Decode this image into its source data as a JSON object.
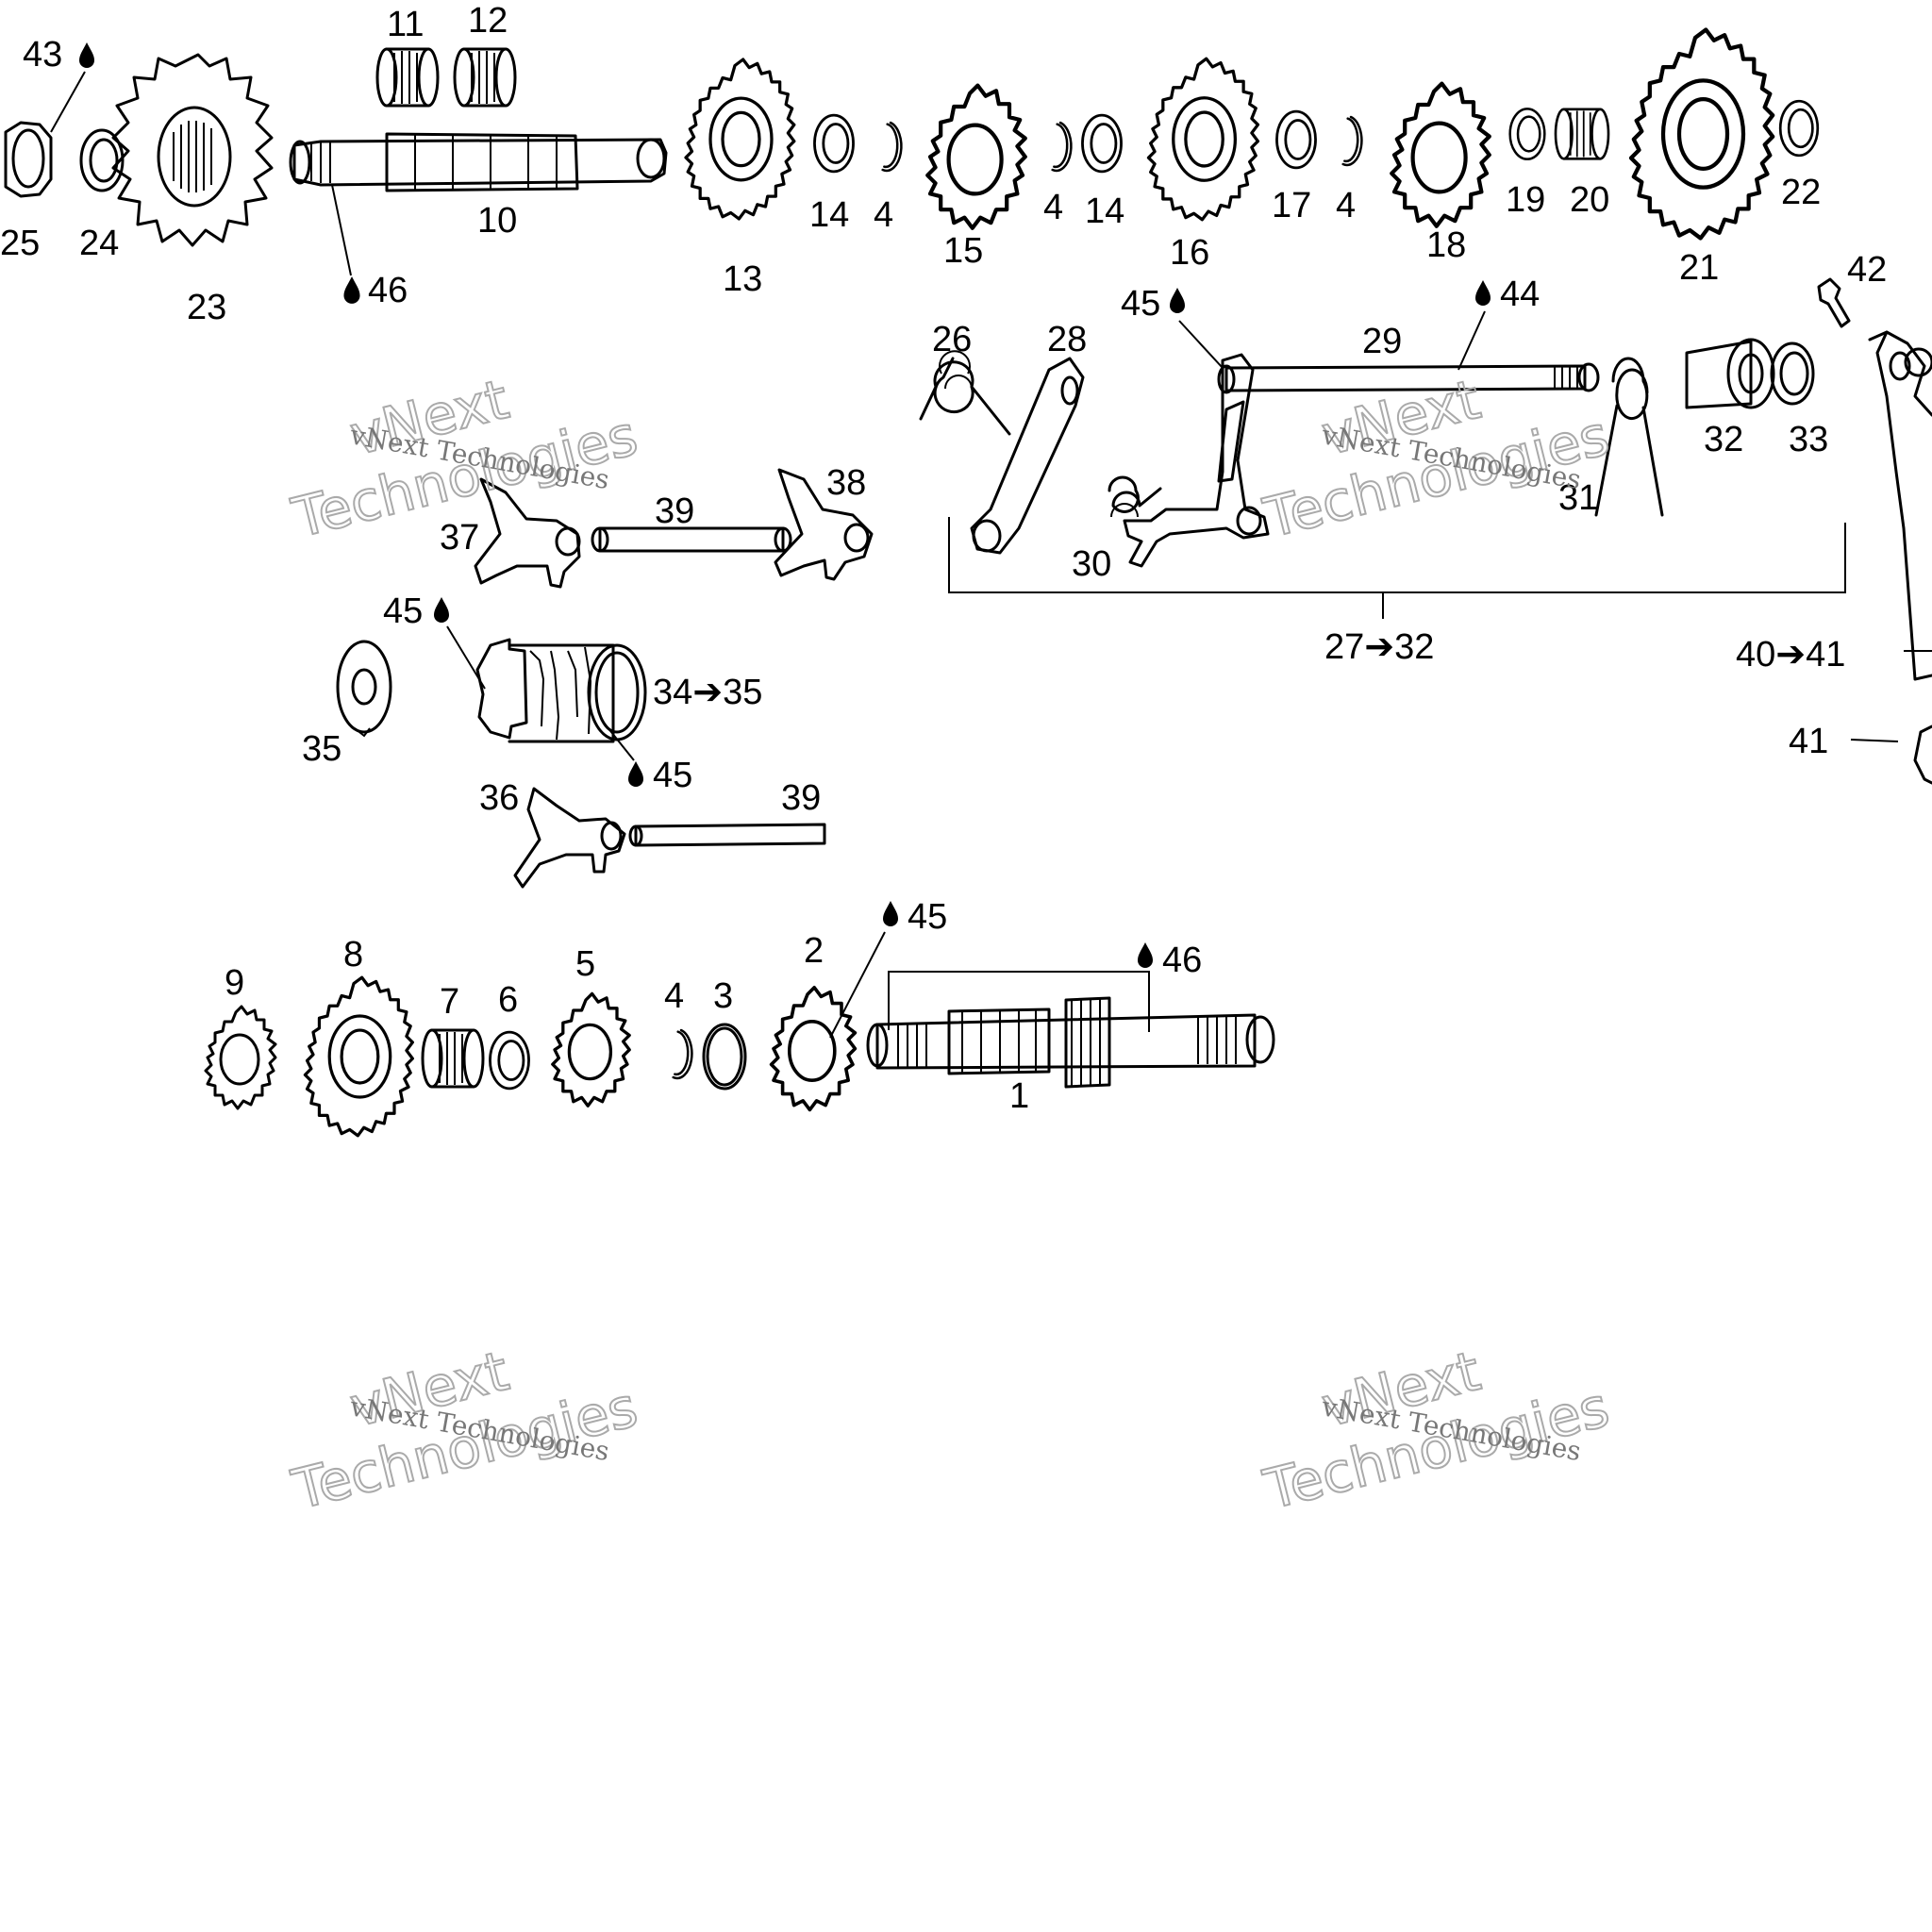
{
  "diagram": {
    "callouts": {
      "c43": "43",
      "c25": "25",
      "c24": "24",
      "c23": "23",
      "c11": "11",
      "c12": "12",
      "c10": "10",
      "c46a": "46",
      "c13": "13",
      "c14a": "14",
      "c4a": "4",
      "c15": "15",
      "c4b": "4",
      "c14b": "14",
      "c16": "16",
      "c17": "17",
      "c4c": "4",
      "c18": "18",
      "c19": "19",
      "c20": "20",
      "c21": "21",
      "c22": "22",
      "c42": "42",
      "c26": "26",
      "c28": "28",
      "c45a": "45",
      "c29": "29",
      "c44": "44",
      "c31": "31",
      "c32": "32",
      "c33": "33",
      "c30": "30",
      "c27_32": "27➔32",
      "c40_41": "40➔41",
      "c41": "41",
      "c37": "37",
      "c39a": "39",
      "c38": "38",
      "c45b": "45",
      "c34_35": "34➔35",
      "c35": "35",
      "c45c": "45",
      "c36": "36",
      "c39b": "39",
      "c9": "9",
      "c8": "8",
      "c7": "7",
      "c6": "6",
      "c5": "5",
      "c4d": "4",
      "c3": "3",
      "c2": "2",
      "c45d": "45",
      "c46b": "46",
      "c1": "1"
    },
    "watermark": {
      "top": "vNext Technologies",
      "big1": "vNext",
      "big2": "Technologies"
    },
    "icons": {
      "lubrication": "oil-drop-icon"
    }
  }
}
